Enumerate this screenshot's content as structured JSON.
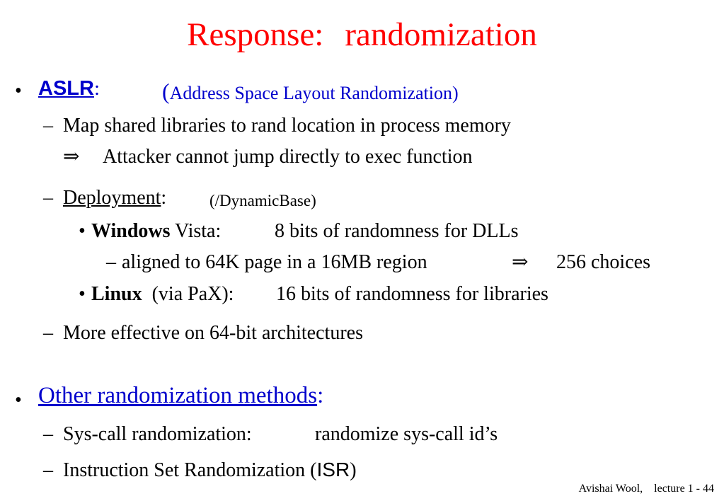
{
  "title": {
    "part1": "Response:",
    "part2": "randomization"
  },
  "colors": {
    "title": "#ff0000",
    "link": "#0000cc",
    "text": "#000000"
  },
  "aslr": {
    "bullet": "•",
    "term": "ASLR",
    "colon": ":",
    "open_paren": "(",
    "expansion": "Address Space Layout Randomization)",
    "map_dash": "–",
    "map_text": "Map shared libraries to rand location in process memory",
    "implies_symbol": "⇒",
    "implies_text": "Attacker cannot jump directly to exec function",
    "deploy_dash": "–",
    "deploy_label": "Deployment",
    "deploy_colon": ":",
    "deploy_note": "(/DynamicBase)",
    "win_bullet": "•",
    "win_bold": "Windows",
    "win_rest": "Vista:",
    "win_value": "8 bits of randomness for DLLs",
    "aligned_dash": "–",
    "aligned_text": "aligned to 64K page in a 16MB region",
    "aligned_symbol": "⇒",
    "aligned_result": "256 choices",
    "linux_bullet": "•",
    "linux_bold": "Linux",
    "linux_rest": "(via PaX):",
    "linux_value": "16 bits of randomness for libraries",
    "effective_dash": "–",
    "effective_text": "More effective on  64-bit architectures"
  },
  "other": {
    "bullet": "•",
    "link": "Other randomization methods",
    "colon": ":",
    "syscall_dash": "–",
    "syscall_label": "Sys-call randomization:",
    "syscall_value": "randomize sys-call id’s",
    "isr_dash": "–",
    "isr_text": "Instruction Set Randomization (",
    "isr_abbrev": "ISR",
    "isr_close": ")"
  },
  "footer": {
    "author": "Avishai Wool,",
    "lecture": "lecture 1  - 44"
  }
}
